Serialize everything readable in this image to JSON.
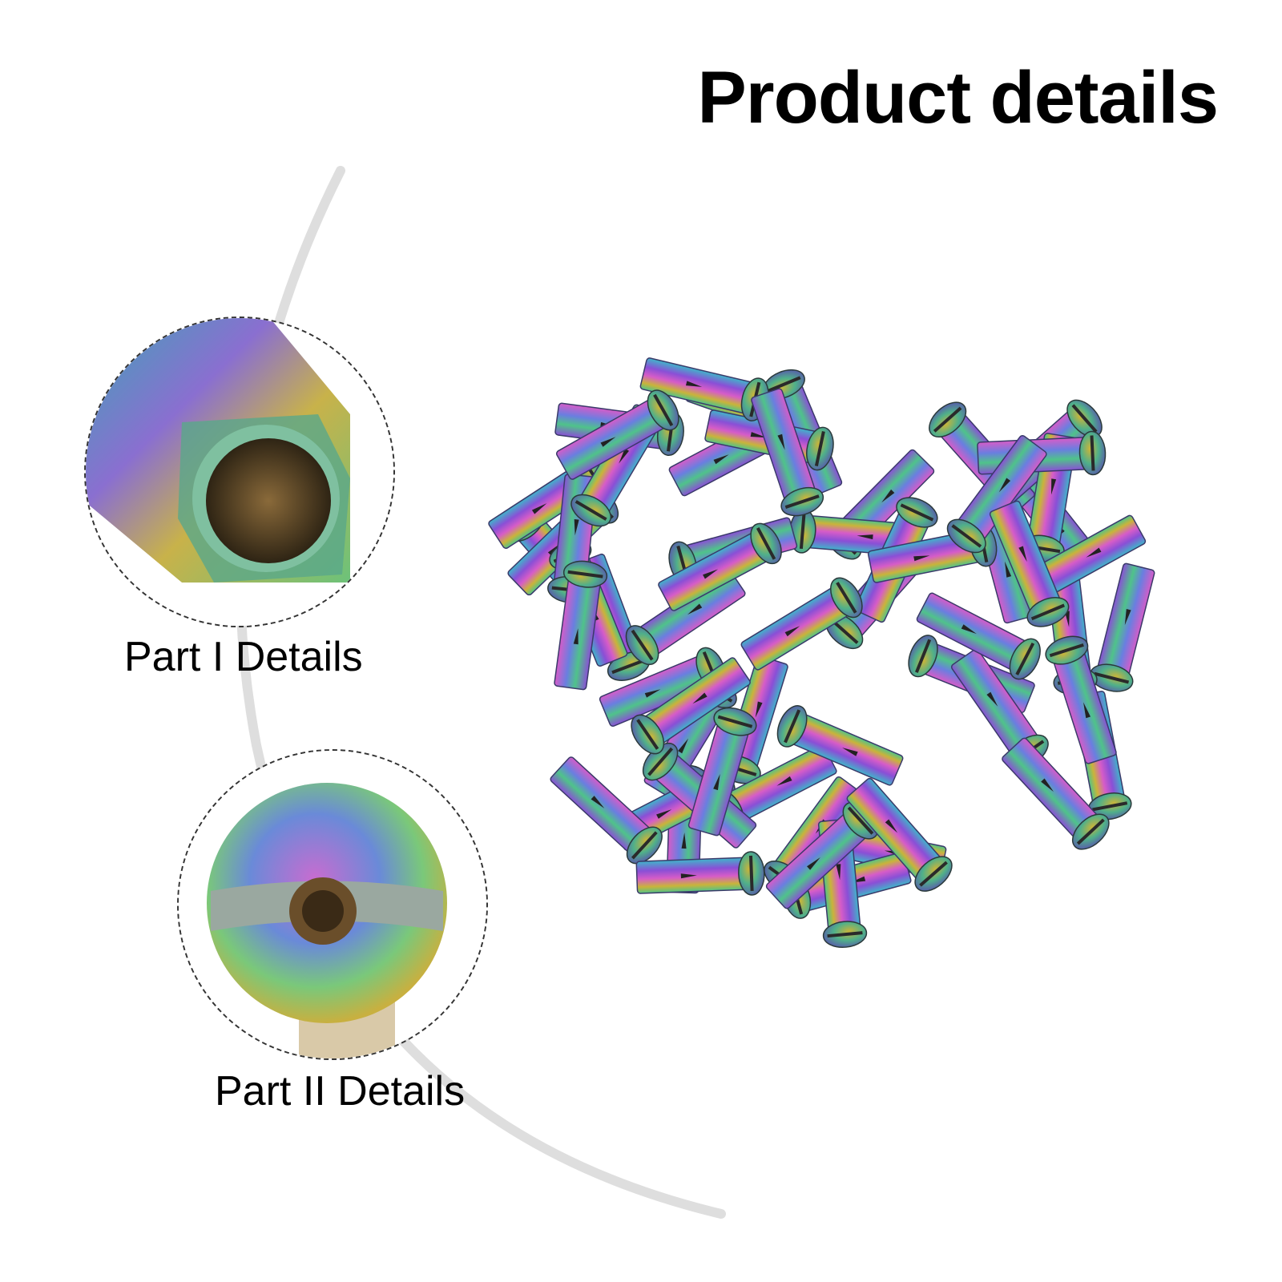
{
  "header": {
    "title": "Product details"
  },
  "details": [
    {
      "label": "Part I Details"
    },
    {
      "label": "Part II Details"
    }
  ],
  "colors": {
    "background": "#ffffff",
    "text": "#000000",
    "arc": "#dcdcdc",
    "iridescent": [
      "#3fb6c9",
      "#8a4fd6",
      "#d65cc8",
      "#c9b43a",
      "#4fc38a"
    ]
  }
}
